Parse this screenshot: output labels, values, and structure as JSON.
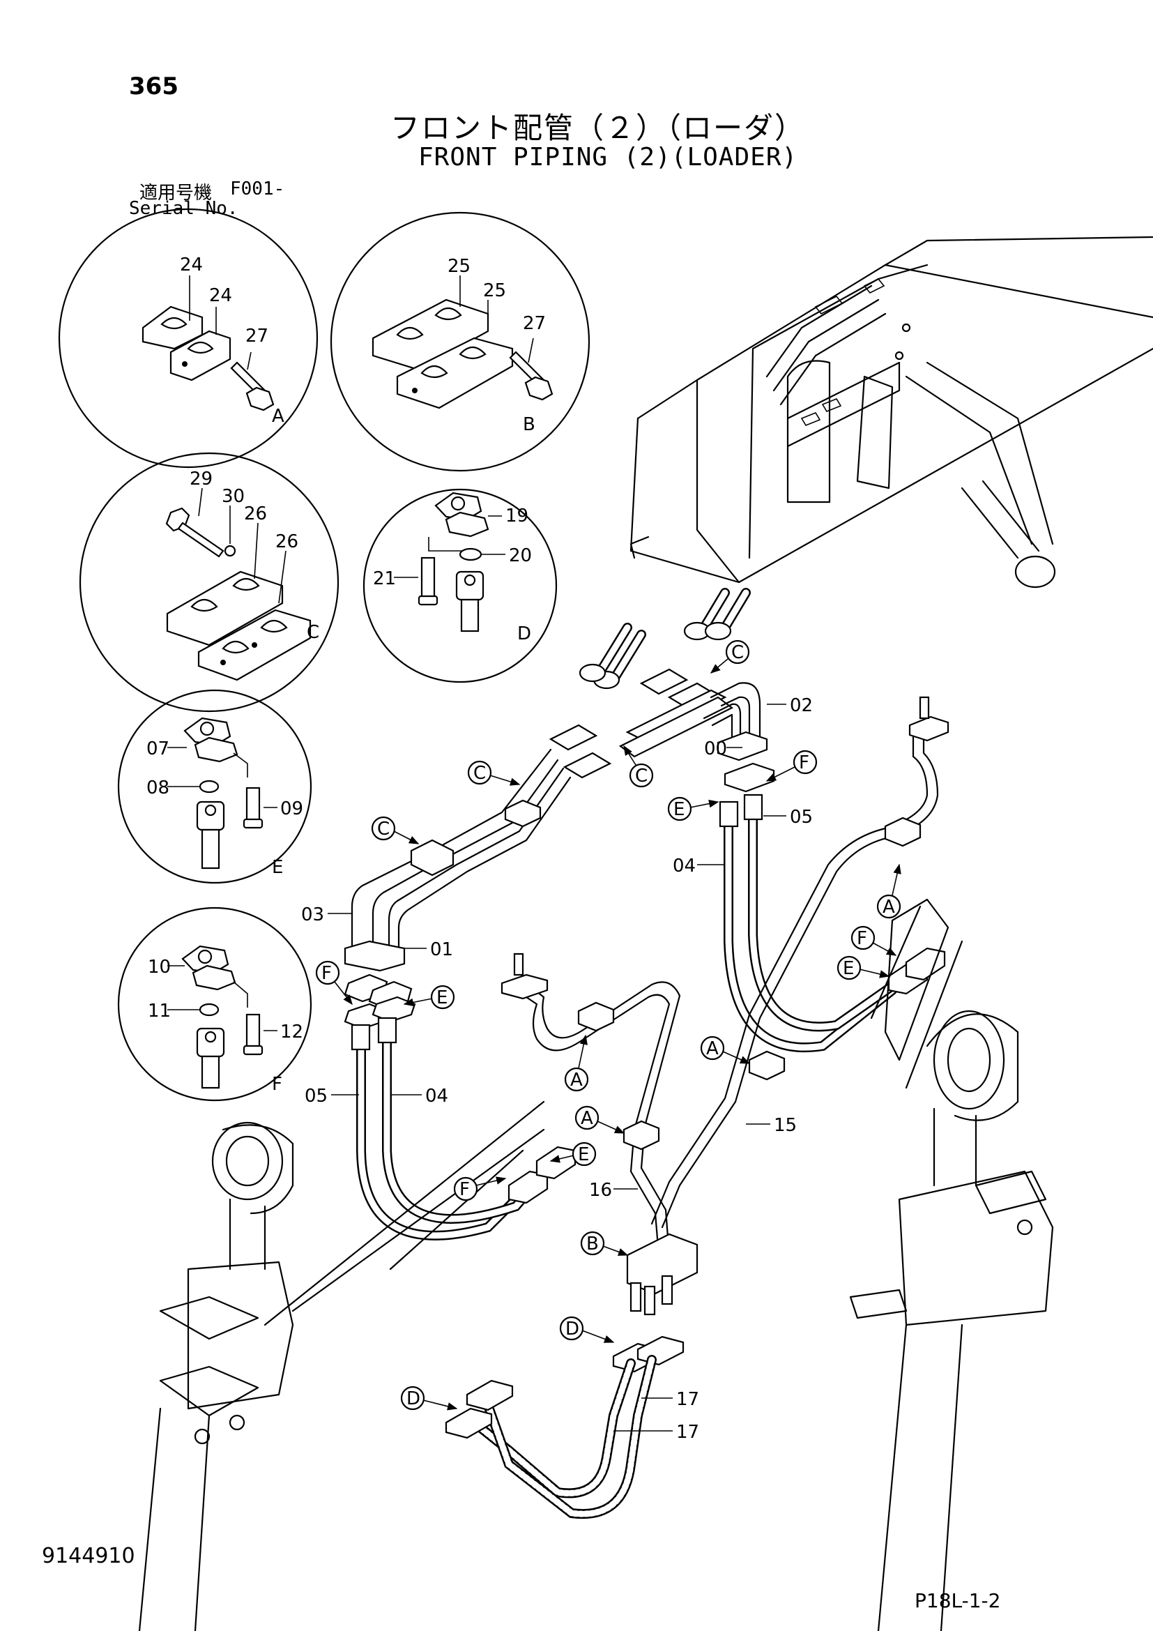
{
  "header": {
    "page_number": "365",
    "title_ja": "フロント配管（２）（ローダ）",
    "title_en": "FRONT PIPING (2)(LOADER)",
    "serial_label_ja": "適用号機",
    "serial_code": "F001-",
    "serial_label_en": "Serial No."
  },
  "footer": {
    "doc_number": "9144910",
    "page_ref": "P18L-1-2"
  },
  "details": {
    "A": {
      "letter": "A",
      "parts": [
        "24",
        "24",
        "27"
      ]
    },
    "B": {
      "letter": "B",
      "parts": [
        "25",
        "25",
        "27"
      ]
    },
    "C": {
      "letter": "C",
      "parts": [
        "29",
        "30",
        "26",
        "26"
      ]
    },
    "D": {
      "letter": "D",
      "parts": [
        "19",
        "20",
        "21"
      ]
    },
    "E": {
      "letter": "E",
      "parts": [
        "07",
        "08",
        "09"
      ]
    },
    "F": {
      "letter": "F",
      "parts": [
        "10",
        "11",
        "12"
      ]
    }
  },
  "callouts": {
    "c1": "C",
    "c2": "C",
    "c3": "C",
    "c4": "C",
    "e1": "E",
    "e2": "E",
    "e3": "E",
    "e4": "E",
    "f1": "F",
    "f2": "F",
    "f3": "F",
    "f4": "F",
    "a1": "A",
    "a2": "A",
    "a3": "A",
    "a4": "A",
    "b1": "B",
    "d1": "D",
    "d2": "D"
  },
  "part_labels": {
    "p00": "00",
    "p01": "01",
    "p02": "02",
    "p03": "03",
    "p04a": "04",
    "p04b": "04",
    "p05a": "05",
    "p05b": "05",
    "p15": "15",
    "p16": "16",
    "p17a": "17",
    "p17b": "17"
  }
}
